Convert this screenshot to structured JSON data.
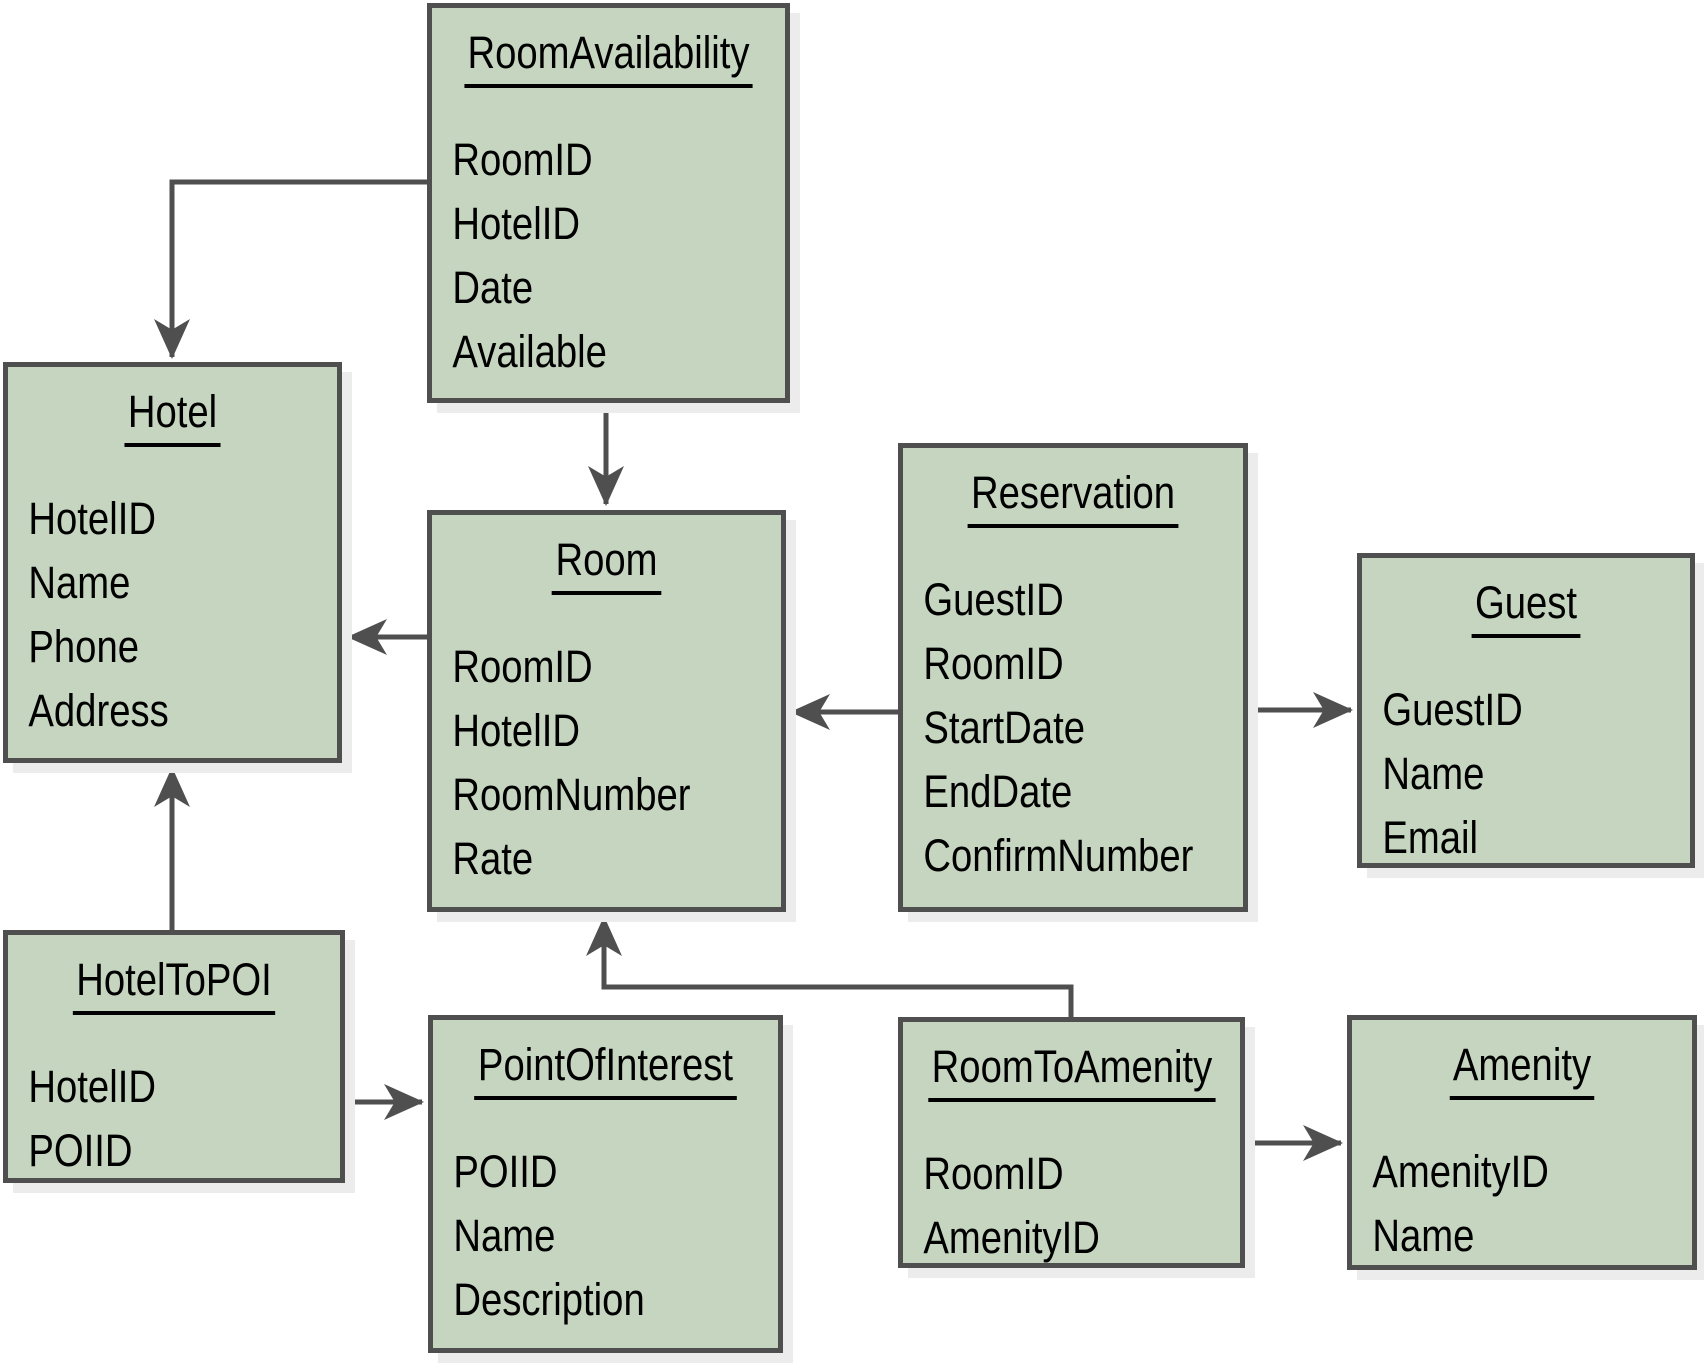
{
  "diagram": {
    "colors": {
      "background": "#ffffff",
      "entity_fill": "#c5d5bf",
      "entity_border": "#4f4f4f",
      "connector": "#4f4f4f",
      "text": "#000000",
      "shadow": "#ececec"
    },
    "entities": [
      {
        "id": "room-availability",
        "title": "RoomAvailability",
        "fields": [
          "RoomID",
          "HotelID",
          "Date",
          "Available"
        ]
      },
      {
        "id": "hotel",
        "title": "Hotel",
        "fields": [
          "HotelID",
          "Name",
          "Phone",
          "Address"
        ]
      },
      {
        "id": "room",
        "title": "Room",
        "fields": [
          "RoomID",
          "HotelID",
          "RoomNumber",
          "Rate"
        ]
      },
      {
        "id": "reservation",
        "title": "Reservation",
        "fields": [
          "GuestID",
          "RoomID",
          "StartDate",
          "EndDate",
          "ConfirmNumber"
        ]
      },
      {
        "id": "guest",
        "title": "Guest",
        "fields": [
          "GuestID",
          "Name",
          "Email"
        ]
      },
      {
        "id": "hotel-to-poi",
        "title": "HotelToPOI",
        "fields": [
          "HotelID",
          "POIID"
        ]
      },
      {
        "id": "point-of-interest",
        "title": "PointOfInterest",
        "fields": [
          "POIID",
          "Name",
          "Description"
        ]
      },
      {
        "id": "room-to-amenity",
        "title": "RoomToAmenity",
        "fields": [
          "RoomID",
          "AmenityID"
        ]
      },
      {
        "id": "amenity",
        "title": "Amenity",
        "fields": [
          "AmenityID",
          "Name"
        ]
      }
    ],
    "relationships": [
      {
        "from": "RoomAvailability",
        "to": "Hotel"
      },
      {
        "from": "RoomAvailability",
        "to": "Room"
      },
      {
        "from": "Room",
        "to": "Hotel"
      },
      {
        "from": "Reservation",
        "to": "Room"
      },
      {
        "from": "Reservation",
        "to": "Guest"
      },
      {
        "from": "HotelToPOI",
        "to": "Hotel"
      },
      {
        "from": "HotelToPOI",
        "to": "PointOfInterest"
      },
      {
        "from": "RoomToAmenity",
        "to": "Room"
      },
      {
        "from": "RoomToAmenity",
        "to": "Amenity"
      }
    ]
  }
}
